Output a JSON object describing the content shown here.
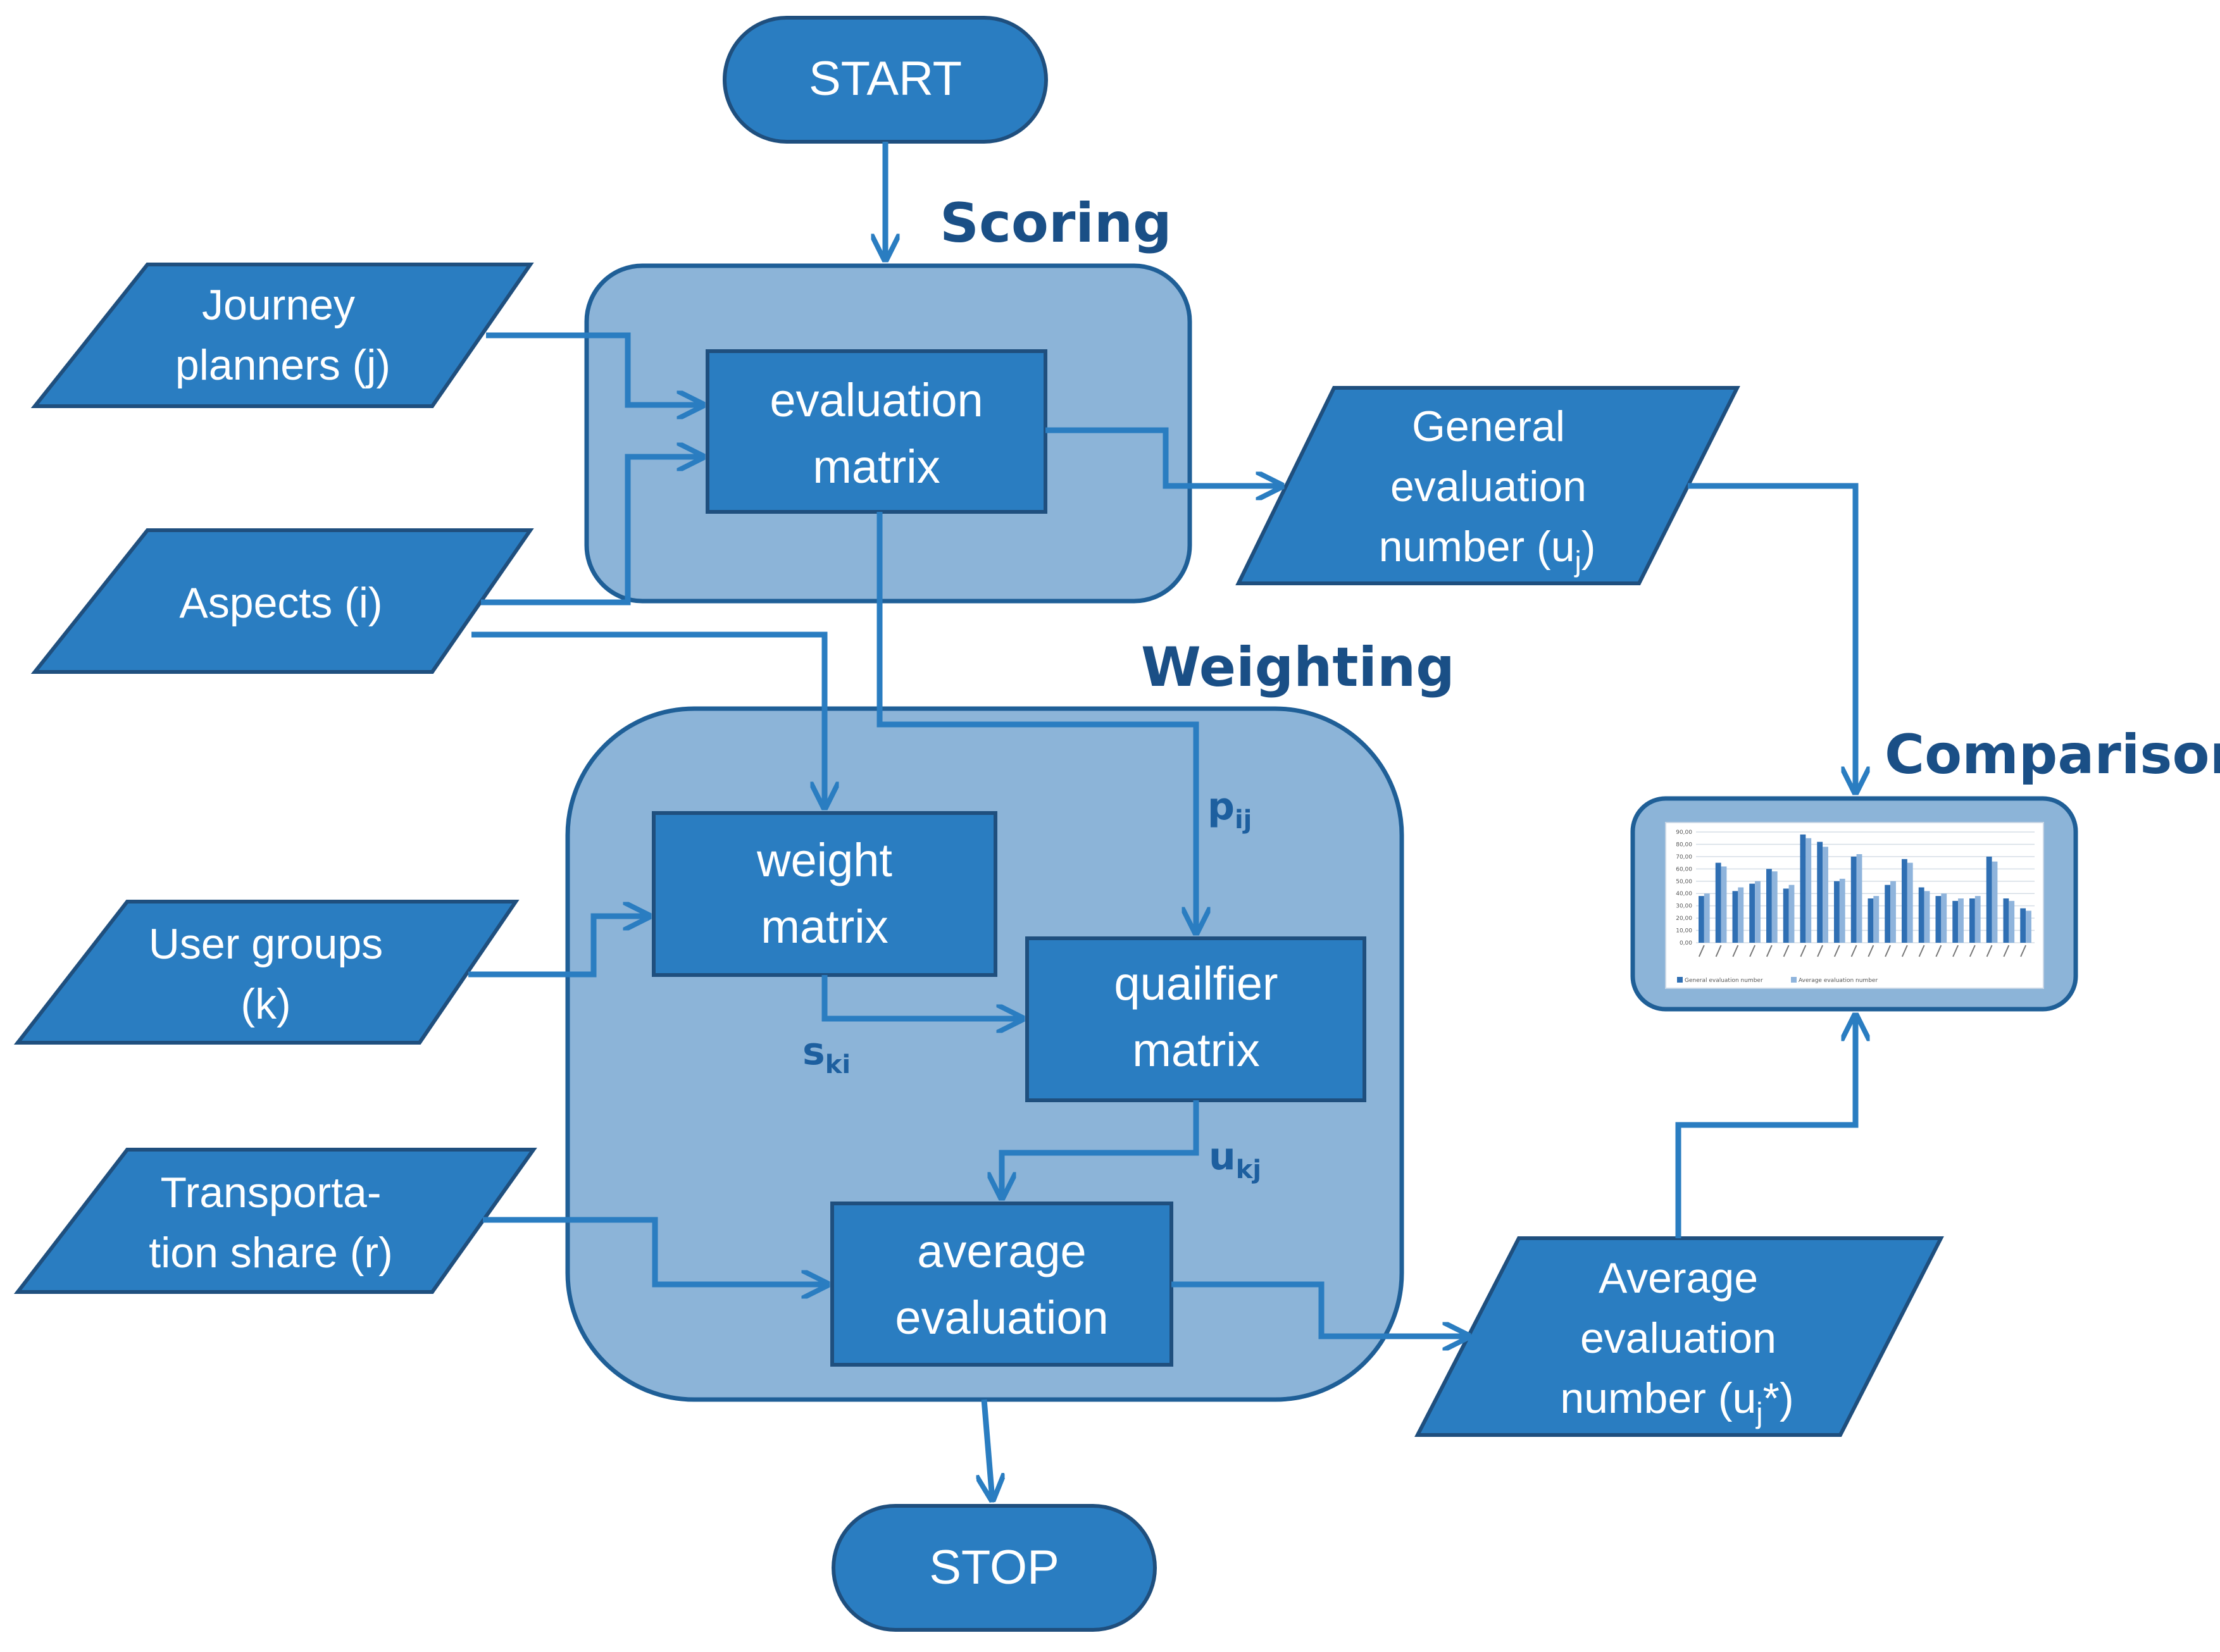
{
  "terminals": {
    "start": "START",
    "stop": "STOP"
  },
  "groups": {
    "scoring": "Scoring",
    "weighting": "Weighting",
    "comparison": "Comparison"
  },
  "inputs": {
    "journey_planners": [
      "Journey",
      "planners (j)"
    ],
    "aspects": [
      "Aspects (i)"
    ],
    "user_groups": [
      "User groups",
      "(k)"
    ],
    "transportation_share": [
      "Transporta-",
      "tion share (r)"
    ]
  },
  "processes": {
    "evaluation_matrix": [
      "evaluation",
      "matrix"
    ],
    "weight_matrix": [
      "weight",
      "matrix"
    ],
    "qualifier_matrix": [
      "quailfier",
      "matrix"
    ],
    "average_evaluation": [
      "average",
      "evaluation"
    ]
  },
  "outputs": {
    "general_evaluation": {
      "lines": [
        "General",
        "evaluation"
      ],
      "line3_pre": "number (u",
      "line3_sub": "j",
      "line3_post": ")"
    },
    "average_evaluation": {
      "lines": [
        "Average",
        "evaluation"
      ],
      "line3_pre": "number (u",
      "line3_sub": "j",
      "line3_post": "*)"
    }
  },
  "symbols": {
    "p": {
      "base": "p",
      "sub": "ij"
    },
    "s": {
      "base": "s",
      "sub": "ki"
    },
    "u": {
      "base": "u",
      "sub": "kj"
    }
  },
  "colors": {
    "shape_fill": "#2a7dc1",
    "group_fill": "#8cb4d8",
    "group_label": "#1a4f86",
    "arrow": "#2a7dc1"
  },
  "thumbnail_chart": {
    "type": "bar",
    "y_ticks": [
      "90,00",
      "80,00",
      "70,00",
      "60,00",
      "50,00",
      "40,00",
      "30,00",
      "20,00",
      "10,00",
      "0,00"
    ],
    "legend": [
      "General evaluation number",
      "Average evaluation number"
    ],
    "series_general": [
      38,
      65,
      42,
      48,
      60,
      44,
      88,
      82,
      50,
      70,
      36,
      47,
      68,
      45,
      38,
      34,
      36,
      70,
      36,
      28
    ],
    "series_average": [
      40,
      62,
      45,
      50,
      58,
      47,
      85,
      78,
      52,
      72,
      38,
      50,
      65,
      42,
      40,
      36,
      38,
      66,
      34,
      26
    ]
  }
}
